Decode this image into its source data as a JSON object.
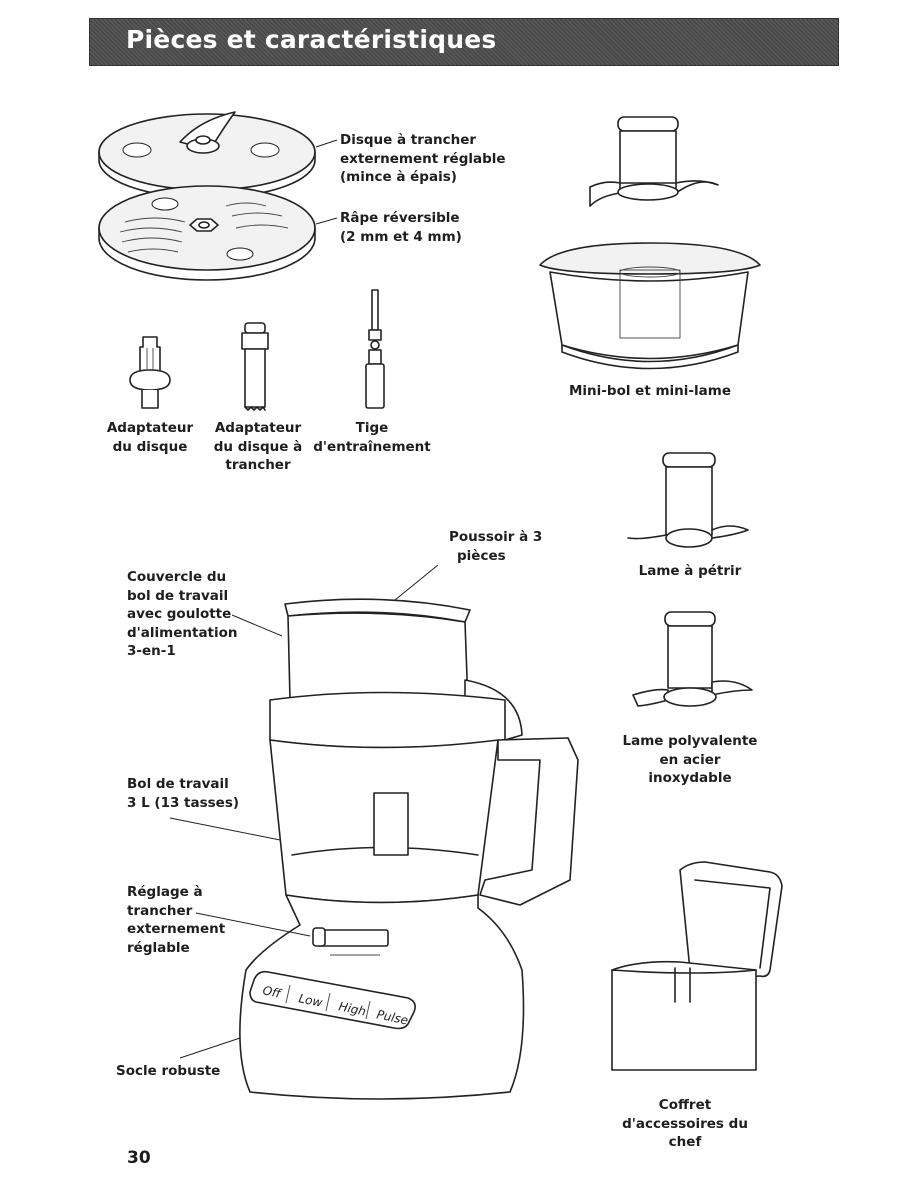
{
  "header": {
    "title": "Pièces et caractéristiques"
  },
  "labels": {
    "slicing_disc": [
      "Disque à trancher",
      "externement réglable",
      "(mince à épais)"
    ],
    "shredding_disc": [
      "Râpe réversible",
      "(2 mm et 4 mm)"
    ],
    "disc_adapter": [
      "Adaptateur",
      "du disque"
    ],
    "slicing_adapter": [
      "Adaptateur",
      "du disque à",
      "trancher"
    ],
    "drive_shaft": [
      "Tige",
      "d'entraînement"
    ],
    "mini_bowl": [
      "Mini-bol et mini-lame"
    ],
    "pusher": [
      "Poussoir à 3",
      "pièces"
    ],
    "lid": [
      "Couvercle du",
      "bol de travail",
      "avec goulotte",
      "d'alimentation",
      "3-en-1"
    ],
    "dough_blade": [
      "Lame à pétrir"
    ],
    "multipurpose_blade": [
      "Lame polyvalente",
      "en acier",
      "inoxydable"
    ],
    "work_bowl": [
      "Bol de travail",
      "3 L (13 tasses)"
    ],
    "slicing_control": [
      "Réglage à",
      "trancher",
      "externement",
      "réglable"
    ],
    "base": [
      "Socle robuste"
    ],
    "storage_case": [
      "Coffret",
      "d'accessoires du",
      "chef"
    ]
  },
  "control_panel": {
    "buttons": [
      "Off",
      "Low",
      "High",
      "Pulse"
    ]
  },
  "page_number": "30",
  "colors": {
    "banner": "#4a4a4a",
    "banner_text": "#ffffff",
    "ink": "#222222"
  }
}
